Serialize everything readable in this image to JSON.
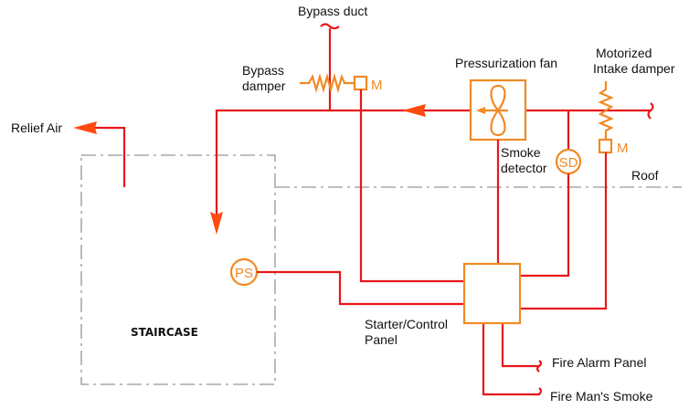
{
  "diagram": {
    "title": "Staircase pressurization system schematic",
    "colors": {
      "duct": "#e8161b",
      "equipment": "#f08a24",
      "boundary": "#a8a8a8",
      "arrow": "#ff4a10",
      "text": "#111111"
    },
    "labels": {
      "bypass_duct": "Bypass duct",
      "bypass_damper_line1": "Bypass",
      "bypass_damper_line2": "damper",
      "pressurization_fan": "Pressurization fan",
      "motorized_line1": "Motorized",
      "motorized_line2": "Intake damper",
      "relief_air": "Relief Air",
      "smoke_detector_line1": "Smoke",
      "smoke_detector_line2": "detector",
      "roof": "Roof",
      "staircase": "STAIRCASE",
      "control_panel_line1": "Starter/Control",
      "control_panel_line2": "Panel",
      "fire_alarm_panel": "Fire Alarm Panel",
      "fire_mans_smoke": "Fire Man's Smoke"
    },
    "symbols": {
      "motor": "M",
      "smoke_detector": "SD",
      "pressure_sensor": "PS"
    },
    "components": [
      {
        "id": "bypass-duct",
        "type": "duct-outlet"
      },
      {
        "id": "bypass-damper",
        "type": "motorized-damper"
      },
      {
        "id": "pressurization-fan",
        "type": "fan"
      },
      {
        "id": "intake-damper",
        "type": "motorized-damper"
      },
      {
        "id": "smoke-detector",
        "type": "sensor"
      },
      {
        "id": "pressure-sensor",
        "type": "sensor"
      },
      {
        "id": "control-panel",
        "type": "panel"
      },
      {
        "id": "staircase",
        "type": "zone"
      }
    ],
    "connections": [
      {
        "from": "bypass-damper",
        "to": "control-panel"
      },
      {
        "from": "pressurization-fan",
        "to": "control-panel"
      },
      {
        "from": "smoke-detector",
        "to": "control-panel"
      },
      {
        "from": "intake-damper",
        "to": "control-panel"
      },
      {
        "from": "pressure-sensor",
        "to": "control-panel"
      },
      {
        "from": "control-panel",
        "to": "fire-alarm-panel"
      },
      {
        "from": "control-panel",
        "to": "fire-mans-smoke"
      }
    ]
  }
}
